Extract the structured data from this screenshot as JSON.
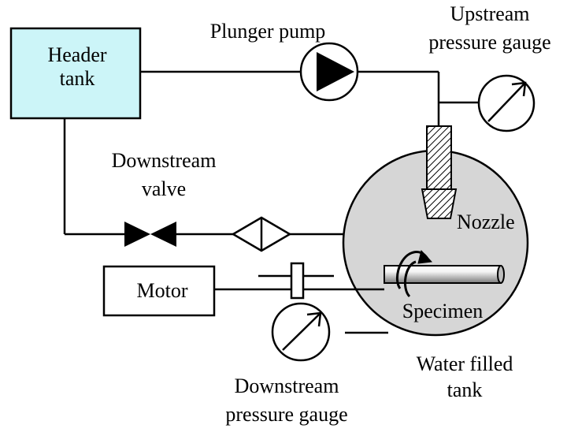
{
  "labels": {
    "header_tank_line1": "Header",
    "header_tank_line2": "tank",
    "plunger_pump": "Plunger pump",
    "upstream_gauge_line1": "Upstream",
    "upstream_gauge_line2": "pressure gauge",
    "downstream_valve_line1": "Downstream",
    "downstream_valve_line2": "valve",
    "nozzle": "Nozzle",
    "motor": "Motor",
    "specimen": "Specimen",
    "water_tank_line1": "Water filled",
    "water_tank_line2": "tank",
    "downstream_gauge_line1": "Downstream",
    "downstream_gauge_line2": "pressure gauge"
  },
  "colors": {
    "header_tank_fill": "#ccf5f8",
    "water_tank_fill": "#d6d6d6",
    "line": "#000000"
  }
}
